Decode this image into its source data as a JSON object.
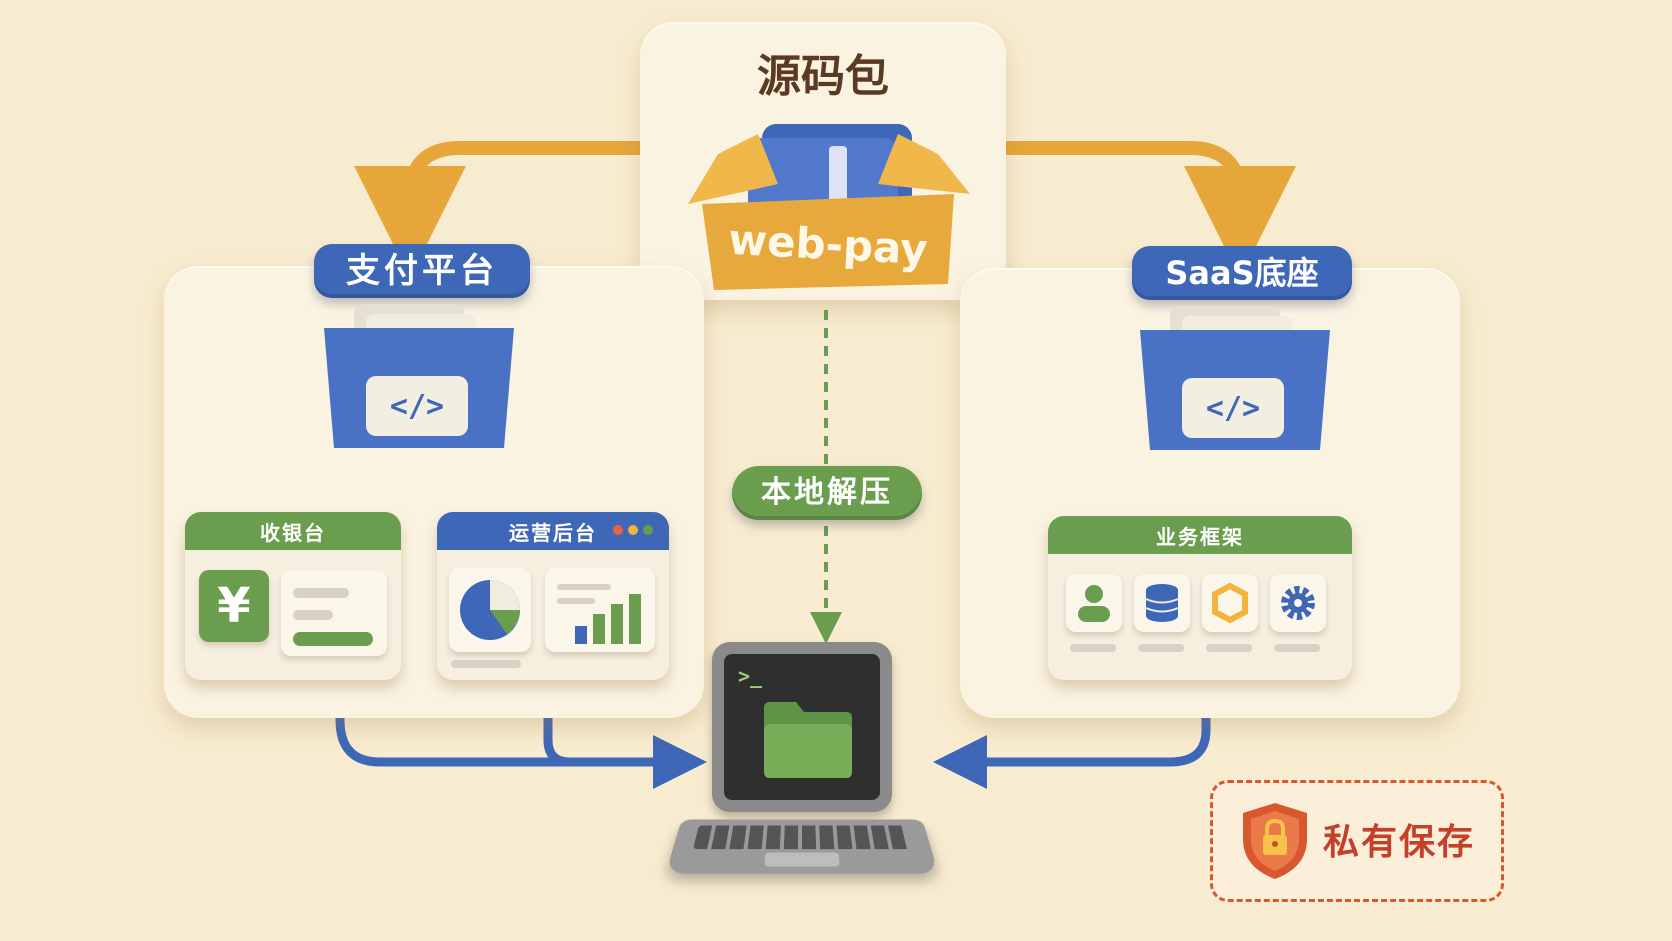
{
  "source": {
    "title": "源码包",
    "box_label": "web-pay"
  },
  "left": {
    "title": "支付平台",
    "cards": [
      {
        "title": "收银台",
        "icon": "yen-icon",
        "symbol": "¥"
      },
      {
        "title": "运营后台",
        "icon": "pie-chart-icon"
      }
    ]
  },
  "right": {
    "title": "SaaS底座",
    "card": {
      "title": "业务框架",
      "icons": [
        "user-icon",
        "database-icon",
        "hexagon-icon",
        "gear-icon"
      ]
    }
  },
  "center": {
    "step_label": "本地解压",
    "terminal_prompt": ">_"
  },
  "badge": {
    "label": "私有保存",
    "icon": "shield-lock-icon"
  },
  "colors": {
    "blue": "#3f67b8",
    "green": "#6a9e4e",
    "orange": "#e6a63a",
    "red": "#d9572f"
  }
}
